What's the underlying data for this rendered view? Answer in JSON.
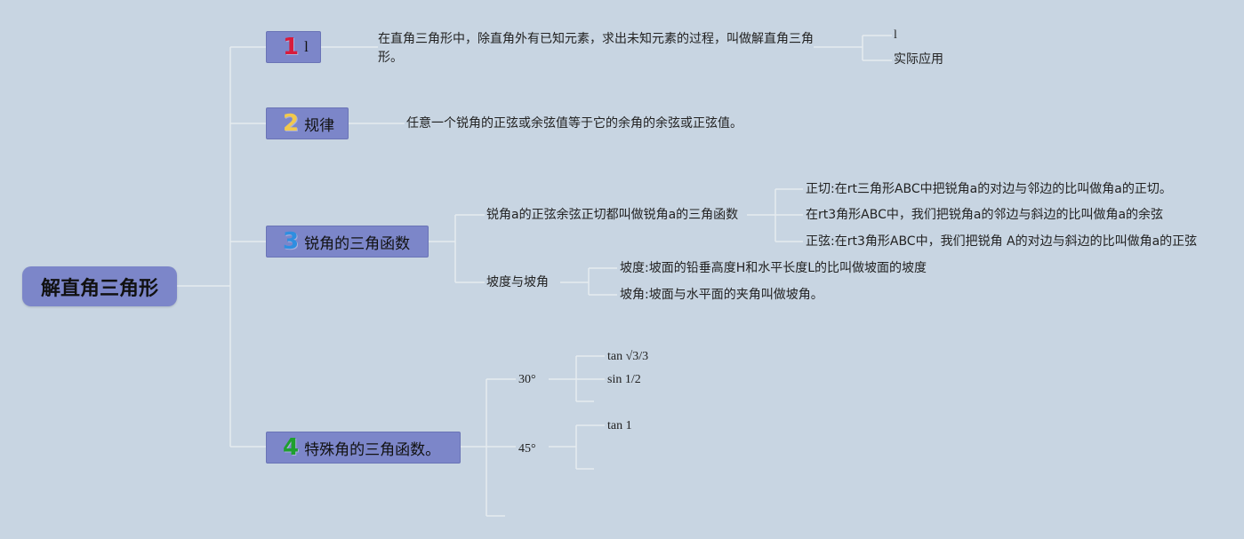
{
  "root": {
    "label": "解直角三角形"
  },
  "branches": [
    {
      "number": "1",
      "number_color": "#d81b3c",
      "label": "l",
      "definition": "在直角三角形中，除直角外有已知元素，求出未知元素的过程，叫做解直角三角形。",
      "children": [
        "l",
        "实际应用"
      ]
    },
    {
      "number": "2",
      "number_color": "#f2c94c",
      "label": "规律",
      "rule": "任意一个锐角的正弦或余弦值等于它的余角的余弦或正弦值。"
    },
    {
      "number": "3",
      "number_color": "#2f8ee0",
      "label": "锐角的三角函数",
      "sub1": {
        "label": "锐角a的正弦余弦正切都叫做锐角a的三角函数",
        "items": [
          "正切:在rt三角形ABC中把锐角a的对边与邻边的比叫做角a的正切。",
          "在rt3角形ABC中，我们把锐角a的邻边与斜边的比叫做角a的余弦",
          "正弦:在rt3角形ABC中，我们把锐角 A的对边与斜边的比叫做角a的正弦"
        ]
      },
      "sub2": {
        "label": "坡度与坡角",
        "items": [
          "坡度:坡面的铅垂高度H和水平长度L的比叫做坡面的坡度",
          "坡角:坡面与水平面的夹角叫做坡角。"
        ]
      }
    },
    {
      "number": "4",
      "number_color": "#1fa02f",
      "label": "特殊角的三角函数。",
      "angles": [
        {
          "label": "30°",
          "items": [
            "tan √3/3",
            "sin 1/2"
          ]
        },
        {
          "label": "45°",
          "items": [
            "tan 1"
          ]
        }
      ]
    }
  ]
}
